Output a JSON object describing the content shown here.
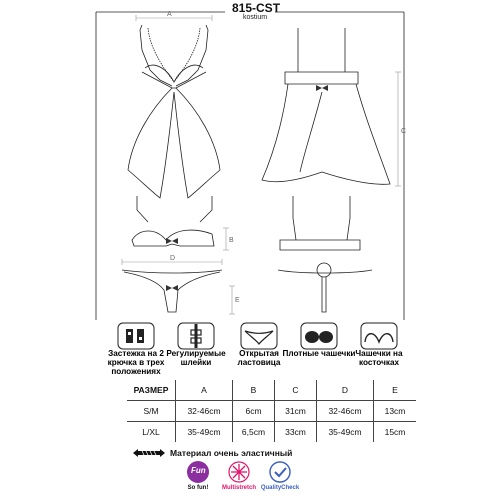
{
  "header": {
    "model": "815-CST",
    "subtitle": "kostium"
  },
  "dims": {
    "a": "A",
    "b": "B",
    "c": "C",
    "d": "D",
    "e": "E"
  },
  "features": [
    {
      "icon": "hook-clasp-icon",
      "label": "Застежка на 2 крючка в трех положениях"
    },
    {
      "icon": "adjustable-strap-icon",
      "label": "Регулируемые шлейки"
    },
    {
      "icon": "open-crotch-icon",
      "label": "Открытая ластовица"
    },
    {
      "icon": "padded-cups-icon",
      "label": "Плотные чашечки"
    },
    {
      "icon": "underwire-cups-icon",
      "label": "Чашечки на косточках"
    }
  ],
  "size_table": {
    "headers": [
      "РАЗМЕР",
      "A",
      "B",
      "C",
      "D",
      "E"
    ],
    "rows": [
      [
        "S/M",
        "32-46cm",
        "6cm",
        "31cm",
        "32-46cm",
        "13cm"
      ],
      [
        "L/XL",
        "35-49cm",
        "6,5cm",
        "33cm",
        "35-49cm",
        "15cm"
      ]
    ]
  },
  "material": {
    "icon": "elastic-arrows-icon",
    "text": "Материал очень эластичный"
  },
  "badges": [
    {
      "icon": "so-fun-badge-icon",
      "text": "Fun",
      "label": "So fun!",
      "color": "#8b2fa0"
    },
    {
      "icon": "multistretch-badge-icon",
      "label": "Multistretch",
      "color": "#e0156b"
    },
    {
      "icon": "qualitycheck-badge-icon",
      "label": "QualityCheck",
      "color": "#3a5fbf"
    }
  ]
}
